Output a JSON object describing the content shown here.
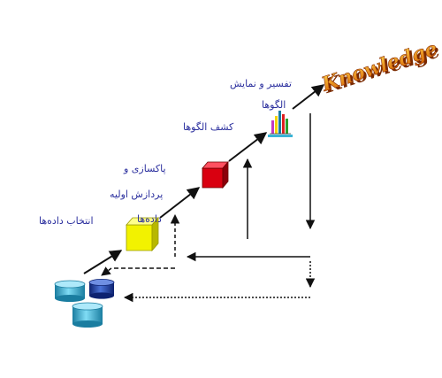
{
  "labels": {
    "data_selection": "انتخاب داده‌ها",
    "preprocess_line1": "پاکسازی و",
    "preprocess_line2": "پردازش اولیه",
    "preprocess_line3": "داده‌ها",
    "pattern_mining": "کشف الگوها",
    "interpret_line1": "تفسیر و نمایش",
    "interpret_line2": "الگوها"
  },
  "knowledge_word": "Knowledge",
  "colors": {
    "text": "#2b2f9e",
    "arrow": "#111111",
    "database_light": "#39b4d6",
    "database_dark": "#1d3fa0",
    "cube_yellow": "#f2f200",
    "cube_red": "#d90010",
    "knowledge_fill": "#e88a00",
    "knowledge_outline": "#8a2a00"
  },
  "icons": [
    "database-icon",
    "cube-icon",
    "bar-chart-icon",
    "knowledge-wordart"
  ]
}
